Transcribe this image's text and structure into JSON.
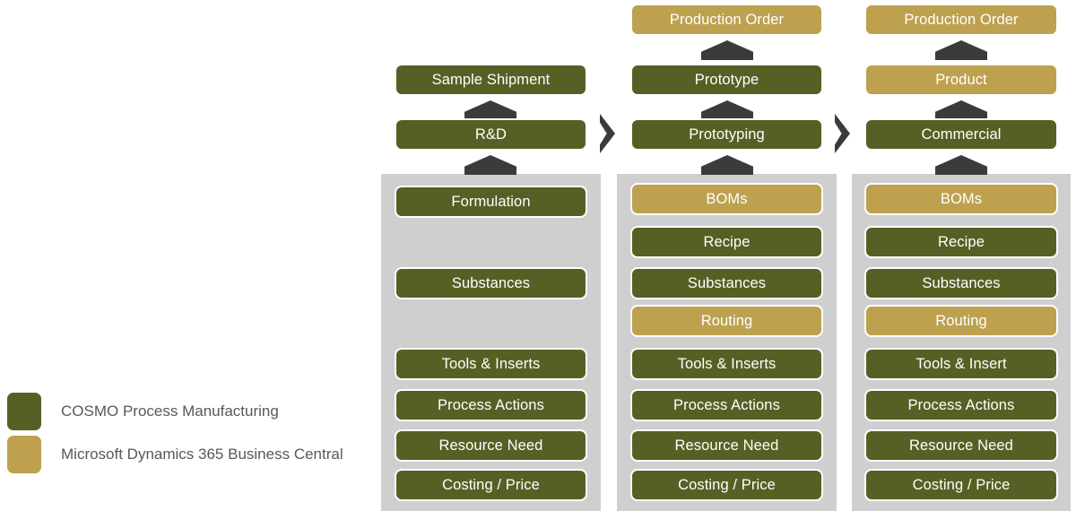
{
  "diagram": {
    "colors": {
      "cosmo_green": "#556124",
      "business_central_gold": "#bda14f",
      "panel_gray": "#cfcfcf",
      "arrow_dark": "#3b3b3b",
      "box_border": "#ffffff",
      "legend_text": "#58585a"
    },
    "columns": [
      {
        "id": "rnd",
        "top_stack": [
          {
            "label": "Sample Shipment",
            "color": "green"
          },
          {
            "label": "R&D",
            "color": "green"
          }
        ],
        "panel_items": [
          {
            "label": "Formulation",
            "color": "green"
          },
          {
            "label": "",
            "color": "empty"
          },
          {
            "label": "Substances",
            "color": "green"
          },
          {
            "label": "",
            "color": "empty"
          },
          {
            "label": "Tools & Inserts",
            "color": "green"
          },
          {
            "label": "Process Actions",
            "color": "green"
          },
          {
            "label": "Resource Need",
            "color": "green"
          },
          {
            "label": "Costing / Price",
            "color": "green"
          }
        ]
      },
      {
        "id": "prototyping",
        "top_stack": [
          {
            "label": "Production Order",
            "color": "gold"
          },
          {
            "label": "Prototype",
            "color": "green"
          },
          {
            "label": "Prototyping",
            "color": "green"
          }
        ],
        "panel_items": [
          {
            "label": "BOMs",
            "color": "gold"
          },
          {
            "label": "Recipe",
            "color": "green"
          },
          {
            "label": "Substances",
            "color": "green"
          },
          {
            "label": "Routing",
            "color": "gold"
          },
          {
            "label": "Tools & Inserts",
            "color": "green"
          },
          {
            "label": "Process Actions",
            "color": "green"
          },
          {
            "label": "Resource Need",
            "color": "green"
          },
          {
            "label": "Costing / Price",
            "color": "green"
          }
        ]
      },
      {
        "id": "commercial",
        "top_stack": [
          {
            "label": "Production Order",
            "color": "gold"
          },
          {
            "label": "Product",
            "color": "gold"
          },
          {
            "label": "Commercial",
            "color": "green"
          }
        ],
        "panel_items": [
          {
            "label": "BOMs",
            "color": "gold"
          },
          {
            "label": "Recipe",
            "color": "green"
          },
          {
            "label": "Substances",
            "color": "green"
          },
          {
            "label": "Routing",
            "color": "gold"
          },
          {
            "label": "Tools & Insert",
            "color": "green"
          },
          {
            "label": "Process Actions",
            "color": "green"
          },
          {
            "label": "Resource Need",
            "color": "green"
          },
          {
            "label": "Costing / Price",
            "color": "green"
          }
        ]
      }
    ],
    "legend": [
      {
        "swatch": "green",
        "label": "COSMO Process Manufacturing"
      },
      {
        "swatch": "gold",
        "label": "Microsoft Dynamics 365 Business Central"
      }
    ]
  }
}
